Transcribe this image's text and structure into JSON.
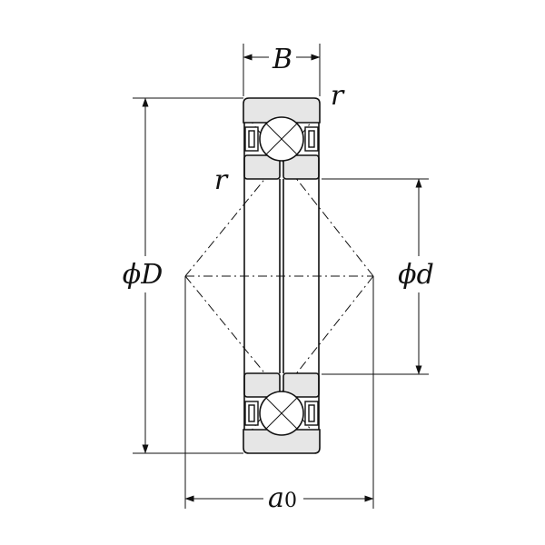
{
  "labels": {
    "width": "B",
    "radius_top": "r",
    "radius_inner": "r",
    "outer_diameter_prefix": "ϕ",
    "outer_diameter": "D",
    "bore_diameter_prefix": "ϕ",
    "bore_diameter": "d",
    "load_center_a": "a",
    "load_center_sub": "0"
  }
}
